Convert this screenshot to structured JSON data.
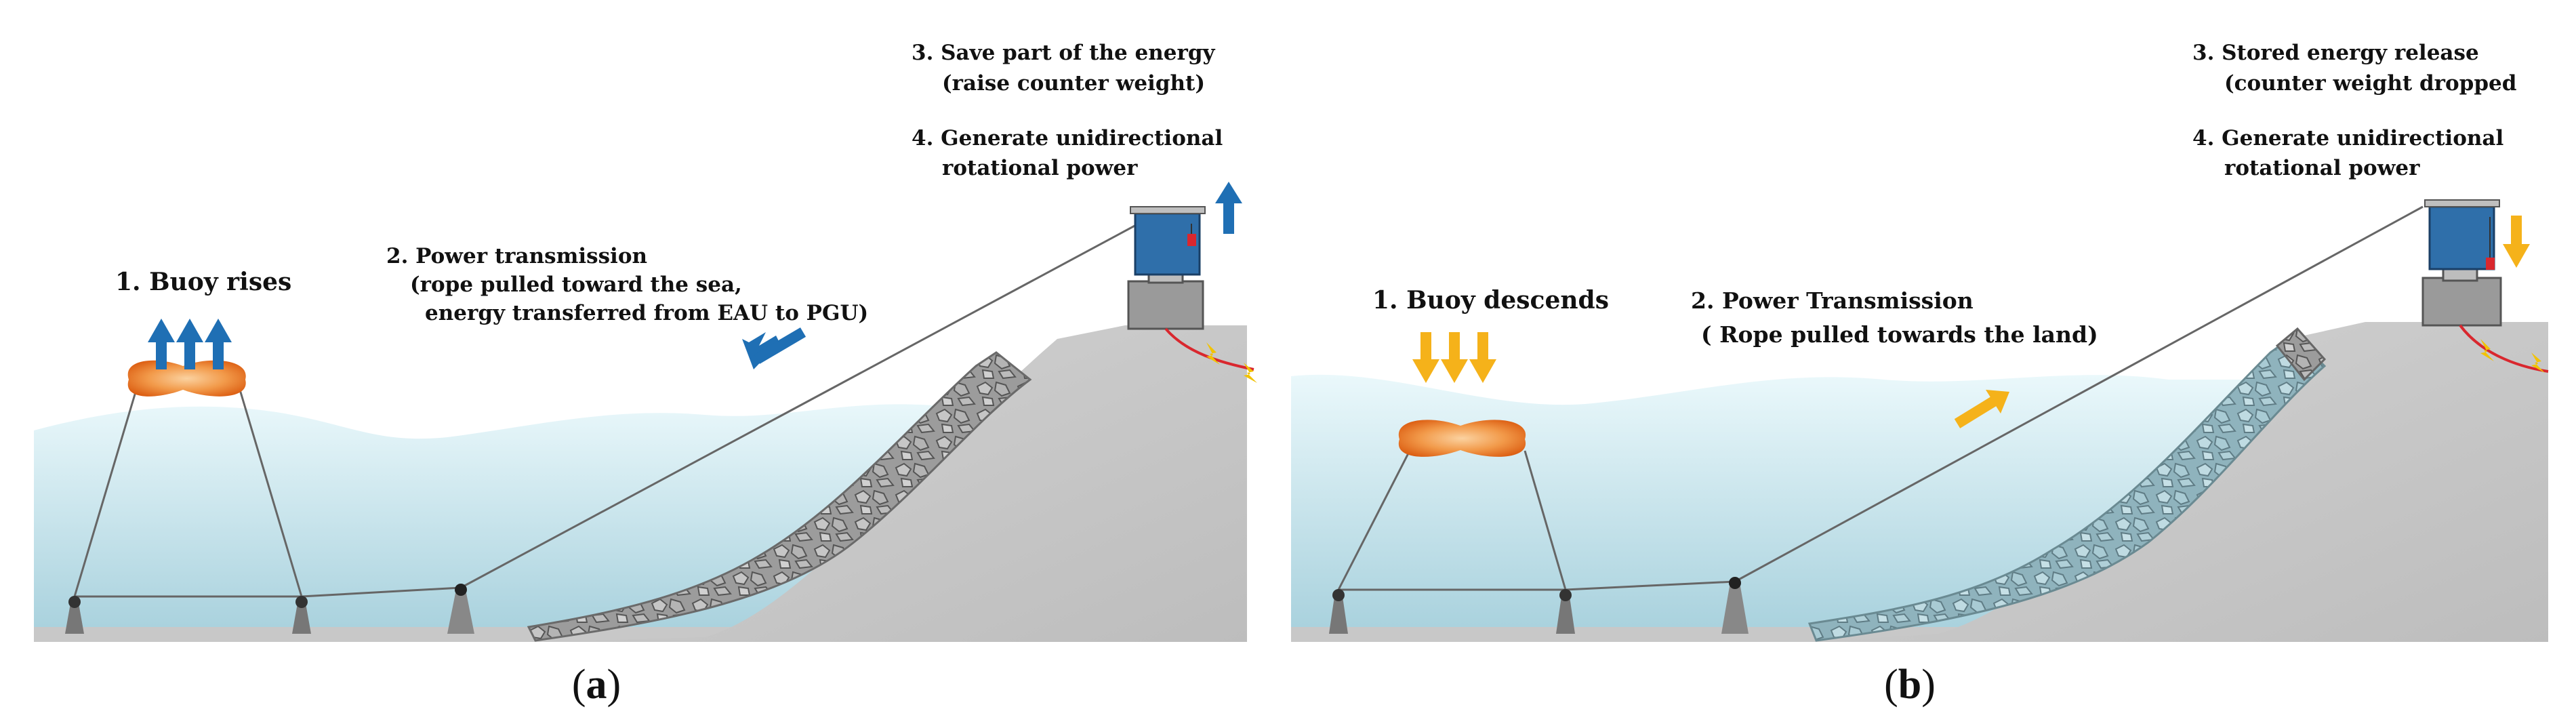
{
  "panels": [
    {
      "id": "a",
      "caption_open": "(",
      "caption_letter": "a",
      "caption_close": ")",
      "buoy_label": "1. Buoy rises",
      "transmission_line1": "2. Power transmission",
      "transmission_line2": "(rope pulled toward the sea,",
      "transmission_line3": "energy transferred from EAU to PGU)",
      "step3_line1": "3. Save part of the energy",
      "step3_line2": "(raise counter weight)",
      "step4_line1": "4. Generate unidirectional",
      "step4_line2": "rotational power",
      "arrow_color": "#1f6fb4",
      "buoy_arrow_direction": "up",
      "rope_arrow_direction": "toward-sea",
      "counterweight_arrow_direction": "up"
    },
    {
      "id": "b",
      "caption_open": "(",
      "caption_letter": "b",
      "caption_close": ")",
      "buoy_label": "1. Buoy descends",
      "transmission_line1": "2. Power Transmission",
      "transmission_line2": "( Rope pulled towards the land)",
      "step3_line1": "3. Stored energy release",
      "step3_line2": "(counter weight dropped",
      "step4_line1": "4. Generate unidirectional",
      "step4_line2": "rotational power",
      "arrow_color": "#f5b21a",
      "buoy_arrow_direction": "down",
      "rope_arrow_direction": "toward-land",
      "counterweight_arrow_direction": "down"
    }
  ],
  "colors": {
    "water_top": "#e4f6fa",
    "water_bottom": "#a9d2de",
    "seabed": "#cfcfcf",
    "slope": "#c4c4c4",
    "pgu_box": "#2f6faa",
    "buoy_outer": "#e8761e",
    "buoy_inner": "#f6b26b",
    "cable": "#d9272e",
    "bolt": "#f2c200"
  }
}
